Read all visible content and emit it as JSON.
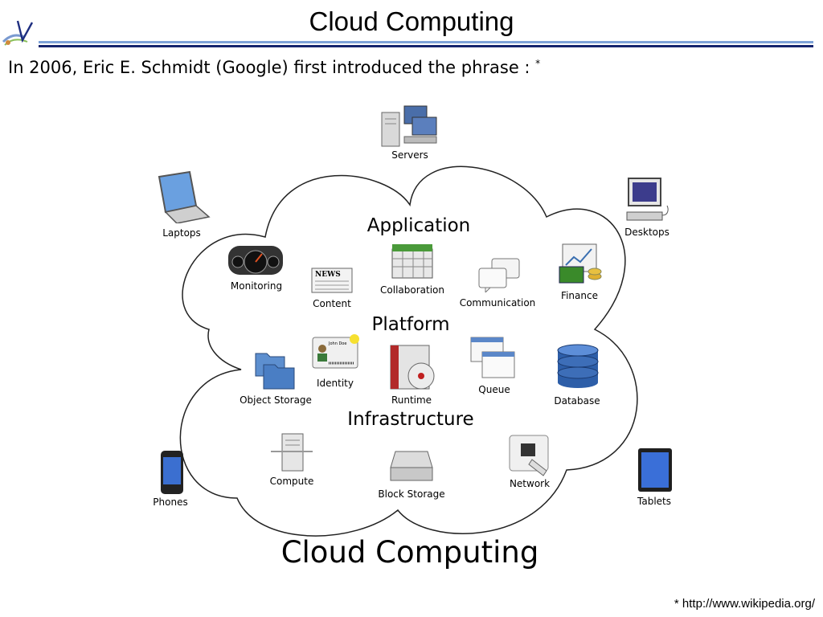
{
  "slide": {
    "title": "Cloud Computing",
    "subtitle": "In 2006, Eric E. Schmidt (Google) first introduced the phrase : ",
    "subtitle_mark": "*",
    "footnote": "* http://www.wikipedia.org/"
  },
  "diagram": {
    "heading": "Cloud Computing",
    "sections": {
      "application": "Application",
      "platform": "Platform",
      "infrastructure": "Infrastructure"
    },
    "inside": {
      "monitoring": "Monitoring",
      "content": "Content",
      "collaboration": "Collaboration",
      "communication": "Communication",
      "finance": "Finance",
      "object_storage": "Object Storage",
      "identity": "Identity",
      "runtime": "Runtime",
      "queue": "Queue",
      "database": "Database",
      "compute": "Compute",
      "block_storage": "Block Storage",
      "network": "Network"
    },
    "outside": {
      "servers": "Servers",
      "laptops": "Laptops",
      "desktops": "Desktops",
      "phones": "Phones",
      "tablets": "Tablets"
    },
    "icon_texts": {
      "news": "NEWS",
      "id_name": "John Doe"
    }
  },
  "colors": {
    "rule_dark": "#14246e",
    "rule_light": "#7ea3d8"
  }
}
